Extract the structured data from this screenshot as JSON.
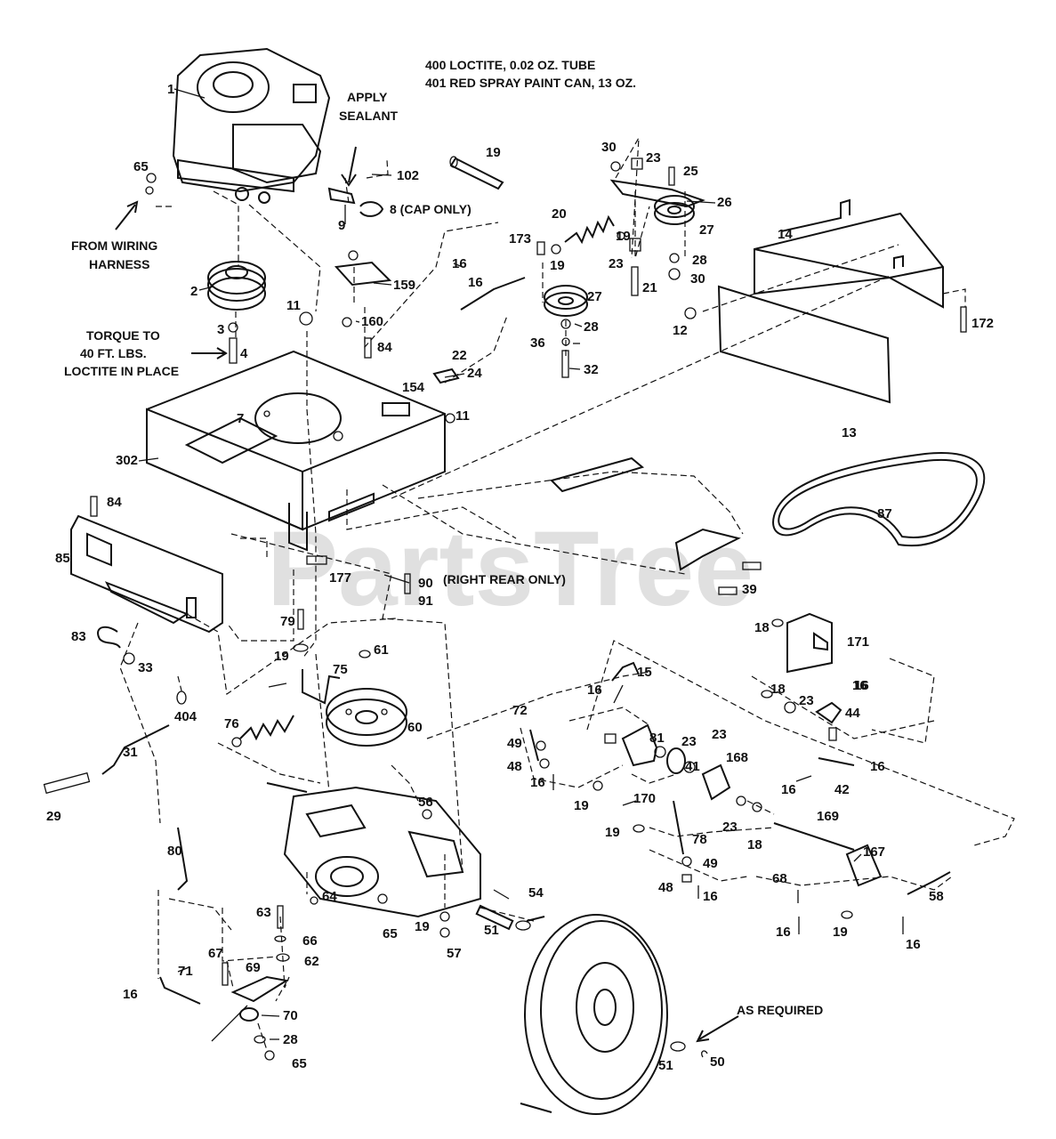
{
  "watermark": "PartsTree",
  "notes": {
    "n400": "400  LOCTITE, 0.02 OZ. TUBE",
    "n401": "401  RED SPRAY PAINT CAN, 13 OZ.",
    "apply_sealant_1": "APPLY",
    "apply_sealant_2": "SEALANT",
    "wiring_1": "FROM WIRING",
    "wiring_2": "HARNESS",
    "torque_1": "TORQUE TO",
    "torque_2": "40 FT. LBS.",
    "torque_3": "LOCTITE IN PLACE",
    "cap_only": "8 (CAP ONLY)",
    "right_rear": "(RIGHT REAR ONLY)",
    "as_required": "AS REQUIRED"
  },
  "labels": [
    {
      "id": "1",
      "text": "1"
    },
    {
      "id": "65a",
      "text": "65"
    },
    {
      "id": "102",
      "text": "102"
    },
    {
      "id": "9",
      "text": "9"
    },
    {
      "id": "19a",
      "text": "19"
    },
    {
      "id": "30a",
      "text": "30"
    },
    {
      "id": "23a",
      "text": "23"
    },
    {
      "id": "25",
      "text": "25"
    },
    {
      "id": "26",
      "text": "26"
    },
    {
      "id": "20",
      "text": "20"
    },
    {
      "id": "27a",
      "text": "27"
    },
    {
      "id": "19b",
      "text": "19"
    },
    {
      "id": "28a",
      "text": "28"
    },
    {
      "id": "23b",
      "text": "23"
    },
    {
      "id": "30b",
      "text": "30"
    },
    {
      "id": "21",
      "text": "21"
    },
    {
      "id": "173",
      "text": "173"
    },
    {
      "id": "19c",
      "text": "19"
    },
    {
      "id": "16a",
      "text": "16"
    },
    {
      "id": "16b",
      "text": "16"
    },
    {
      "id": "14",
      "text": "14"
    },
    {
      "id": "2",
      "text": "2"
    },
    {
      "id": "11a",
      "text": "11"
    },
    {
      "id": "159",
      "text": "159"
    },
    {
      "id": "160",
      "text": "160"
    },
    {
      "id": "27b",
      "text": "27"
    },
    {
      "id": "28b",
      "text": "28"
    },
    {
      "id": "36",
      "text": "36"
    },
    {
      "id": "32",
      "text": "32"
    },
    {
      "id": "12",
      "text": "12"
    },
    {
      "id": "172",
      "text": "172"
    },
    {
      "id": "3",
      "text": "3"
    },
    {
      "id": "4",
      "text": "4"
    },
    {
      "id": "84a",
      "text": "84"
    },
    {
      "id": "22",
      "text": "22"
    },
    {
      "id": "24",
      "text": "24"
    },
    {
      "id": "154",
      "text": "154"
    },
    {
      "id": "11b",
      "text": "11"
    },
    {
      "id": "13",
      "text": "13"
    },
    {
      "id": "7",
      "text": "7"
    },
    {
      "id": "302",
      "text": "302"
    },
    {
      "id": "87",
      "text": "87"
    },
    {
      "id": "84b",
      "text": "84"
    },
    {
      "id": "85",
      "text": "85"
    },
    {
      "id": "177",
      "text": "177"
    },
    {
      "id": "90",
      "text": "90"
    },
    {
      "id": "91",
      "text": "91"
    },
    {
      "id": "39",
      "text": "39"
    },
    {
      "id": "79",
      "text": "79"
    },
    {
      "id": "83",
      "text": "83"
    },
    {
      "id": "33",
      "text": "33"
    },
    {
      "id": "19d",
      "text": "19"
    },
    {
      "id": "75",
      "text": "75"
    },
    {
      "id": "61",
      "text": "61"
    },
    {
      "id": "18a",
      "text": "18"
    },
    {
      "id": "171",
      "text": "171"
    },
    {
      "id": "16c",
      "text": "16"
    },
    {
      "id": "404",
      "text": "404"
    },
    {
      "id": "76",
      "text": "76"
    },
    {
      "id": "60",
      "text": "60"
    },
    {
      "id": "15",
      "text": "15"
    },
    {
      "id": "16d",
      "text": "16"
    },
    {
      "id": "72",
      "text": "72"
    },
    {
      "id": "18b",
      "text": "18"
    },
    {
      "id": "23c",
      "text": "23"
    },
    {
      "id": "16e",
      "text": "16"
    },
    {
      "id": "44",
      "text": "44"
    },
    {
      "id": "31",
      "text": "31"
    },
    {
      "id": "81",
      "text": "81"
    },
    {
      "id": "23d",
      "text": "23"
    },
    {
      "id": "41",
      "text": "41"
    },
    {
      "id": "23e",
      "text": "23"
    },
    {
      "id": "49a",
      "text": "49"
    },
    {
      "id": "48a",
      "text": "48"
    },
    {
      "id": "168",
      "text": "168"
    },
    {
      "id": "16f",
      "text": "16"
    },
    {
      "id": "16g",
      "text": "16"
    },
    {
      "id": "42",
      "text": "42"
    },
    {
      "id": "16h",
      "text": "16"
    },
    {
      "id": "170",
      "text": "170"
    },
    {
      "id": "29",
      "text": "29"
    },
    {
      "id": "56",
      "text": "56"
    },
    {
      "id": "19e",
      "text": "19"
    },
    {
      "id": "23f",
      "text": "23"
    },
    {
      "id": "18c",
      "text": "18"
    },
    {
      "id": "169",
      "text": "169"
    },
    {
      "id": "19f",
      "text": "19"
    },
    {
      "id": "78",
      "text": "78"
    },
    {
      "id": "49b",
      "text": "49"
    },
    {
      "id": "167",
      "text": "167"
    },
    {
      "id": "80",
      "text": "80"
    },
    {
      "id": "48b",
      "text": "48"
    },
    {
      "id": "16i",
      "text": "16"
    },
    {
      "id": "68",
      "text": "68"
    },
    {
      "id": "58",
      "text": "58"
    },
    {
      "id": "54",
      "text": "54"
    },
    {
      "id": "63",
      "text": "63"
    },
    {
      "id": "64",
      "text": "64"
    },
    {
      "id": "19g",
      "text": "19"
    },
    {
      "id": "51a",
      "text": "51"
    },
    {
      "id": "66",
      "text": "66"
    },
    {
      "id": "65b",
      "text": "65"
    },
    {
      "id": "57",
      "text": "57"
    },
    {
      "id": "16j",
      "text": "16"
    },
    {
      "id": "19h",
      "text": "19"
    },
    {
      "id": "16k",
      "text": "16"
    },
    {
      "id": "67",
      "text": "67"
    },
    {
      "id": "69",
      "text": "69"
    },
    {
      "id": "62",
      "text": "62"
    },
    {
      "id": "16l",
      "text": "16"
    },
    {
      "id": "71",
      "text": "71"
    },
    {
      "id": "70",
      "text": "70"
    },
    {
      "id": "28c",
      "text": "28"
    },
    {
      "id": "65c",
      "text": "65"
    },
    {
      "id": "51b",
      "text": "51"
    },
    {
      "id": "50",
      "text": "50"
    }
  ]
}
